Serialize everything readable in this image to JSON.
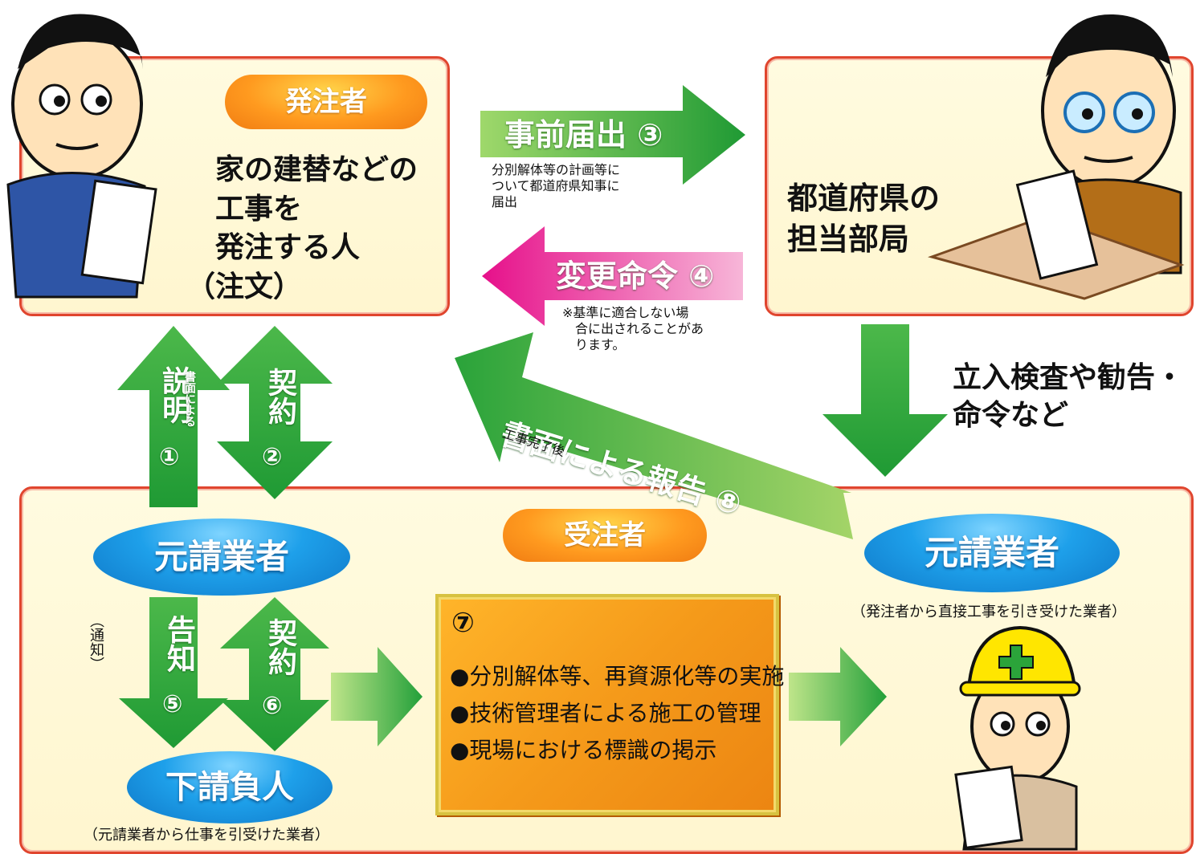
{
  "client": {
    "title": "発注者",
    "desc_lines": [
      "家の建替などの",
      "工事を",
      "発注する人",
      "（注文）"
    ]
  },
  "prefecture": {
    "desc_lines": [
      "都道府県の",
      "担当部局"
    ]
  },
  "arrows": {
    "notify_label": "事前届出 ③",
    "notify_note_lines": [
      "分別解体等の計画等に",
      "ついて都道府県知事に",
      "届出"
    ],
    "order_label": "変更命令 ④",
    "order_note_lines": [
      "※基準に適合しない場",
      "　合に出されることがあ",
      "　ります。"
    ],
    "report_label": "書面による報告 ⑧",
    "report_note": "工事完了後",
    "inspect_lines": [
      "立入検査や勧告・",
      "命令など"
    ],
    "explain_big": "説明",
    "explain_small": "書面による",
    "explain_num": "①",
    "contract1": "契約",
    "contract1_num": "②",
    "notice": "告知",
    "notice_num": "⑤",
    "contract2": "契約",
    "contract2_num": "⑥",
    "tsuchi": "（通知）"
  },
  "contractor": {
    "title": "受注者",
    "prime_left": "元請業者",
    "prime_right": "元請業者",
    "prime_right_note": "（発注者から直接工事を引き受けた業者）",
    "sub": "下請負人",
    "sub_note": "（元請業者から仕事を引受けた業者）"
  },
  "tasks": {
    "num": "⑦",
    "items": [
      "●分別解体等、再資源化等の実施",
      "●技術管理者による施工の管理",
      "●現場における標識の掲示"
    ]
  },
  "colors": {
    "green": "#3aa62c",
    "pink": "#e9268f",
    "orange": "#f7a01c",
    "blue": "#1a90e0",
    "panel_border": "#e0452e"
  }
}
